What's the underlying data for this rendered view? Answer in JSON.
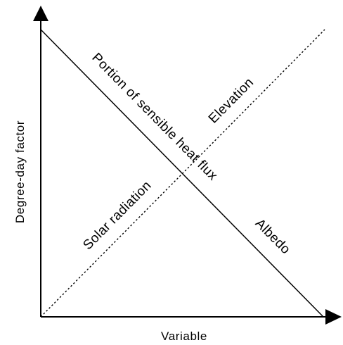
{
  "axes": {
    "x_label": "Variable",
    "y_label": "Degree-day factor"
  },
  "lines": {
    "decreasing": {
      "style": "solid",
      "labels": [
        "Portion of sensible heat flux",
        "Albedo"
      ]
    },
    "increasing": {
      "style": "dotted",
      "labels": [
        "Solar radiation",
        "Elevation"
      ]
    }
  },
  "colors": {
    "ink": "#000000",
    "background": "#ffffff"
  }
}
